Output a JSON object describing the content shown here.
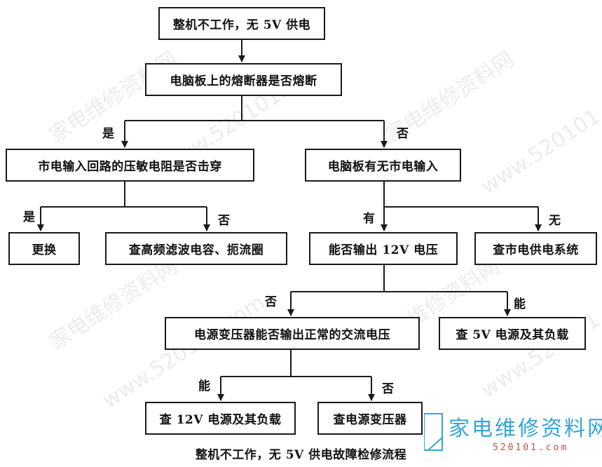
{
  "boxes": {
    "start": "整机不工作，无 5V 供电",
    "fuse": "电脑板上的熔断器是否熔断",
    "varistor": "市电输入回路的压敏电阻是否击穿",
    "mains_input": "电脑板有无市电输入",
    "replace": "更换",
    "check_filter": "查高频滤波电容、扼流圈",
    "output_12v": "能否输出 12V 电压",
    "check_mains_system": "查市电供电系统",
    "transformer_ac": "电源变压器能否输出正常的交流电压",
    "check_5v": "查 5V 电源及其负载",
    "check_12v": "查 12V 电源及其负载",
    "check_transformer": "查电源变压器"
  },
  "labels": {
    "yes_varistor": "是",
    "no_mains": "否",
    "yes_replace": "是",
    "no_filter": "否",
    "has_input": "有",
    "no_input": "无",
    "no_transformer": "否",
    "can_5v": "能",
    "can_12v": "能",
    "no_check_transformer": "否"
  },
  "caption": "整机不工作，无 5V 供电故障检修流程",
  "watermark": {
    "brand": "家电维修资料网",
    "url": "www.520101.com",
    "logo_color": "#33a6d8",
    "url_color": "#c24d4d",
    "logo_sub": "520101.com"
  }
}
